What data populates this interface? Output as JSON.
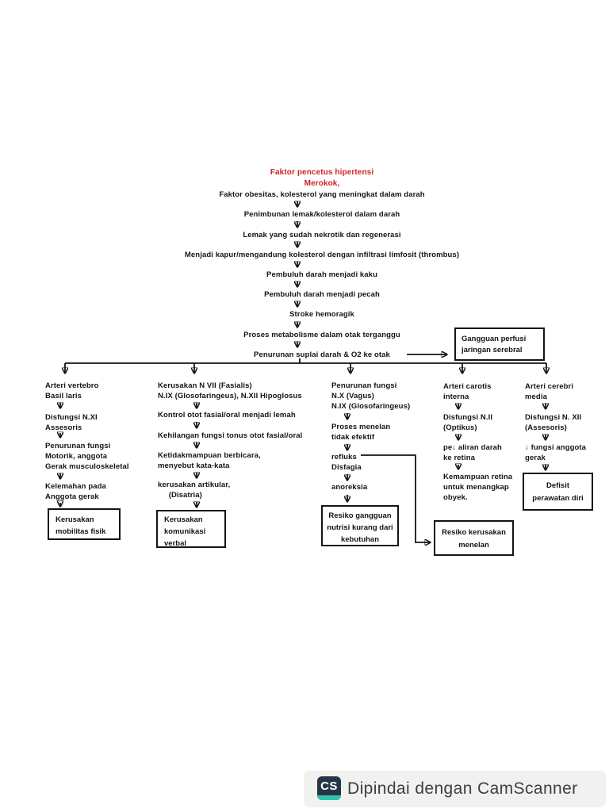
{
  "title": {
    "line1": "Faktor pencetus hipertensi",
    "line2": "Merokok,"
  },
  "chain": [
    "Faktor obesitas, kolesterol yang meningkat dalam darah",
    "Penimbunan lemak/kolesterol dalam darah",
    "Lemak yang sudah nekrotik dan regenerasi",
    "Menjadi kapur/mengandung kolesterol dengan infiltrasi limfosit (thrombus)",
    "Pembuluh darah menjadi kaku",
    "Pembuluh darah menjadi pecah",
    "Stroke hemoragik",
    "Proses metabolisme dalam otak terganggu",
    "Penurunan suplai darah & O2 ke otak"
  ],
  "perfusion_box": "Gangguan perfusi\njaringan serebral",
  "branches": {
    "col1": {
      "blocks": [
        "Arteri vertebro\nBasil laris",
        "Disfungsi N.XI\nAssesoris",
        "Penurunan fungsi\nMotorik, anggota\nGerak musculoskeletal",
        "Kelemahan pada\nAnggota gerak"
      ],
      "outcome": "Kerusakan\nmobilitas fisik"
    },
    "col2": {
      "blocks": [
        "Kerusakan N VII (Fasialis)\nN.IX (Glosofaringeus), N.XII Hipoglosus",
        "Kontrol otot fasial/oral menjadi lemah",
        "Kehilangan fungsi tonus otot fasial/oral",
        "Ketidakmampuan berbicara,\nmenyebut kata-kata",
        "kerusakan artikular,\n     (Disatria)"
      ],
      "outcome": "Kerusakan\nkomunikasi\nverbal"
    },
    "col3": {
      "blocks": [
        "Penurunan fungsi\nN.X (Vagus)\nN.IX (Glosofaringeus)",
        "Proses menelan\ntidak efektif",
        "refluks\nDisfagia",
        "anoreksia"
      ],
      "outcome": "Resiko gangguan\nnutrisi kurang dari\nkebutuhan"
    },
    "col4": {
      "blocks": [
        "Arteri carotis\ninterna",
        "Disfungsi N.II\n(Optikus)",
        "pe↓ aliran darah\nke retina",
        "Kemampuan retina\nuntuk menangkap\nobyek."
      ]
    },
    "col5": {
      "blocks": [
        "Arteri cerebri\nmedia",
        "Disfungsi N. XII\n(Assesoris)",
        "↓ fungsi anggota\ngerak"
      ],
      "outcome": "Defisit\nperawatan diri"
    },
    "swallow_outcome": "Resiko kerusakan\nmenelan"
  },
  "colors": {
    "ink": "#141414",
    "title_red": "#cd2428",
    "cs_navy": "#263648",
    "cs_teal": "#2fc7a7",
    "footer_bg": "#f1f1ef"
  },
  "footer": {
    "logo_text": "CS",
    "text": "Dipindai dengan CamScanner"
  }
}
